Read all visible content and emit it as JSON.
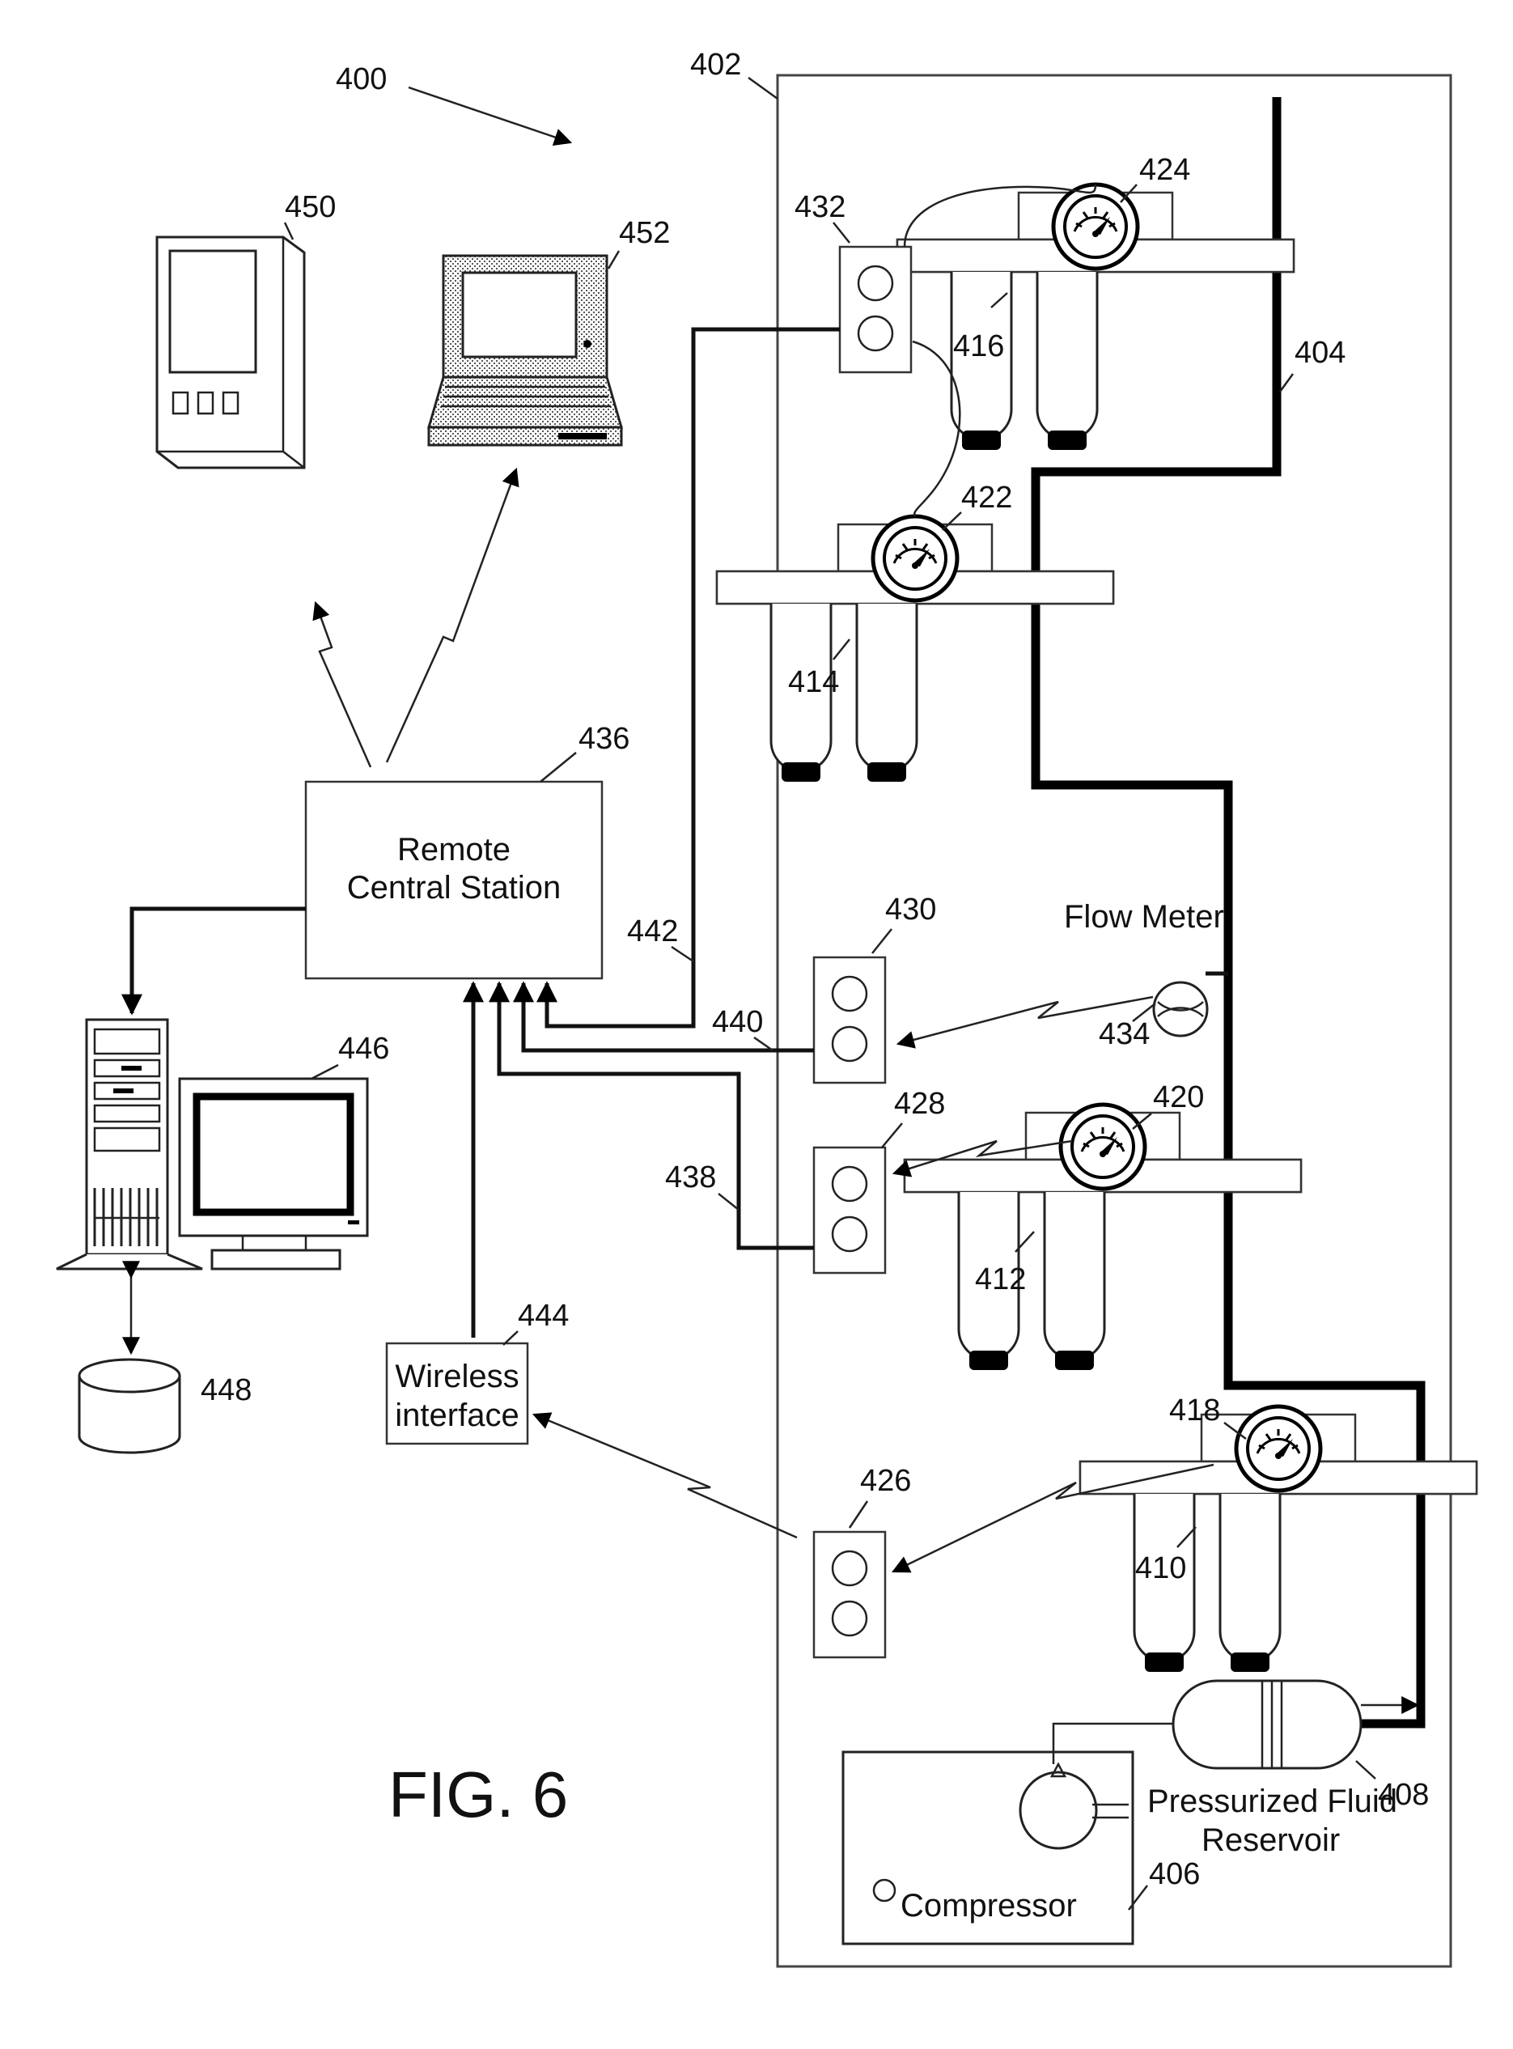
{
  "figure": {
    "title": "FIG. 6"
  },
  "refs": {
    "r400": "400",
    "r402": "402",
    "r404": "404",
    "r406": "406",
    "r408": "408",
    "r410": "410",
    "r412": "412",
    "r414": "414",
    "r416": "416",
    "r418": "418",
    "r420": "420",
    "r422": "422",
    "r424": "424",
    "r426": "426",
    "r428": "428",
    "r430": "430",
    "r432": "432",
    "r434": "434",
    "r436": "436",
    "r438": "438",
    "r440": "440",
    "r442": "442",
    "r444": "444",
    "r446": "446",
    "r448": "448",
    "r450": "450",
    "r452": "452"
  },
  "labels": {
    "remote_line1": "Remote",
    "remote_line2": "Central Station",
    "wireless_line1": "Wireless",
    "wireless_line2": "interface",
    "flow_meter": "Flow Meter",
    "reservoir_line1": "Pressurized Fluid",
    "reservoir_line2": "Reservoir",
    "compressor": "Compressor"
  }
}
